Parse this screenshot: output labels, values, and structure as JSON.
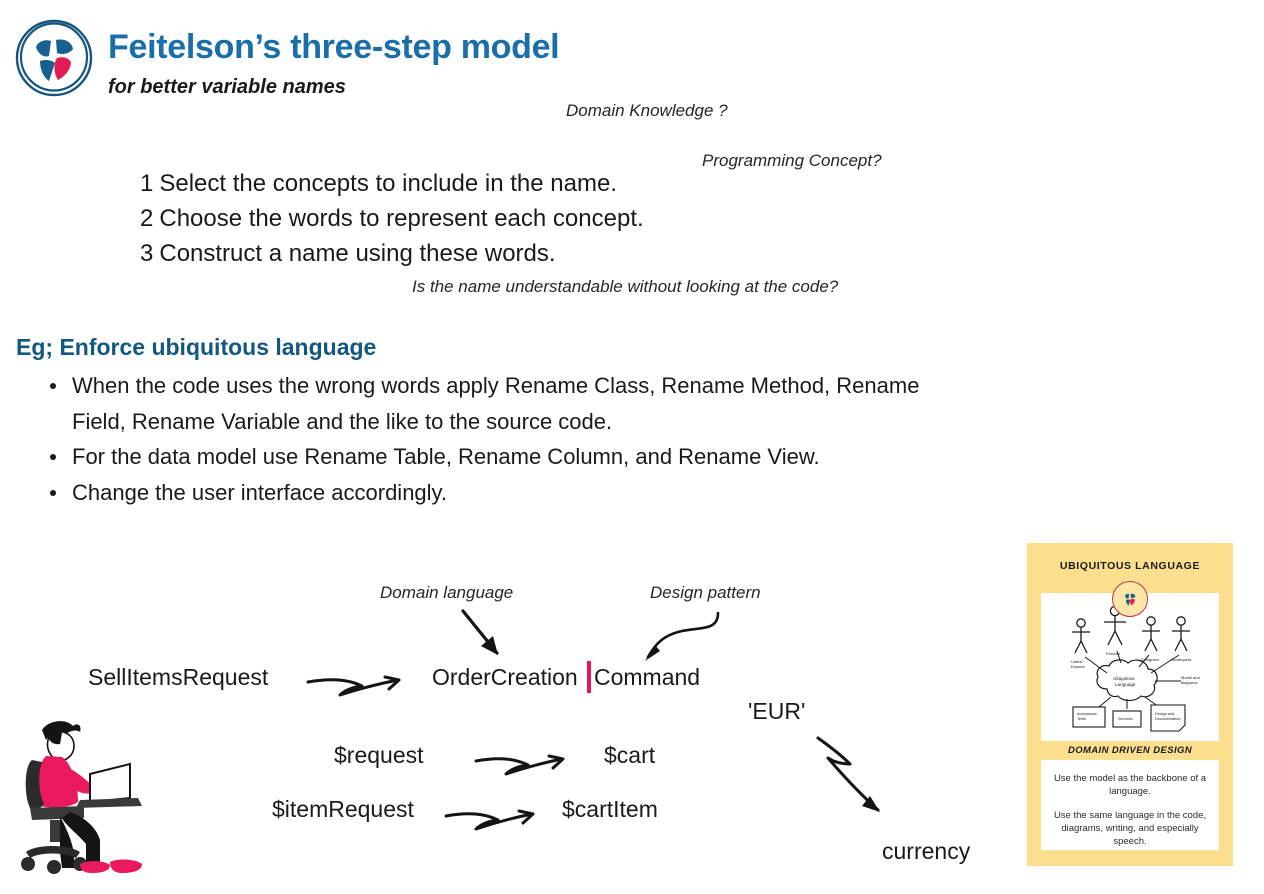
{
  "header": {
    "logo_icon": "shield-heart-logo-icon",
    "title": "Feitelson’s three-step model",
    "subtitle": "for better variable names"
  },
  "annotations": {
    "domain_knowledge": "Domain Knowledge ?",
    "programming_concept": "Programming Concept?",
    "understandable": "Is the name understandable without looking at the code?"
  },
  "steps": [
    {
      "num": "1",
      "text": "Select the concepts to include in the name."
    },
    {
      "num": "2",
      "text": "Choose the words to represent each concept."
    },
    {
      "num": "3",
      "text": "Construct a name using these words."
    }
  ],
  "example": {
    "heading": "Eg; Enforce ubiquitous language",
    "bullets": [
      "When the code uses the wrong words apply Rename Class, Rename Method, Rename Field, Rename Variable and the like to the source code.",
      "For the data model use Rename Table, Rename Column, and Rename View.",
      "Change the user interface accordingly."
    ]
  },
  "diagram": {
    "annot_domain_language": "Domain language",
    "annot_design_pattern": "Design pattern",
    "sell_items_request": "SellItemsRequest",
    "order_creation": "OrderCreation",
    "command": "Command",
    "eur": "'EUR'",
    "request": "$request",
    "cart": "$cart",
    "item_request": "$itemRequest",
    "cart_item": "$cartItem",
    "currency": "currency",
    "divider_color": "#e8135c",
    "arrow_color": "#141414",
    "illustration_icon": "person-at-laptop-illustration"
  },
  "card": {
    "title": "UBIQUITOUS LANGUAGE",
    "logo_icon": "shield-heart-logo-icon",
    "diagram_icon": "ubiquitous-language-cloud-diagram",
    "subtitle": "DOMAIN DRIVEN DESIGN",
    "paragraphs": [
      "Use the model as the backbone of a language.",
      "Use the same language in the code, diagrams, writing, and especially speech."
    ],
    "background_color": "#fbdf8e"
  },
  "theme": {
    "title_color": "#1a6fa8",
    "heading_color": "#12587f",
    "accent_pink": "#e8135c",
    "text_color": "#1a1a1a"
  }
}
